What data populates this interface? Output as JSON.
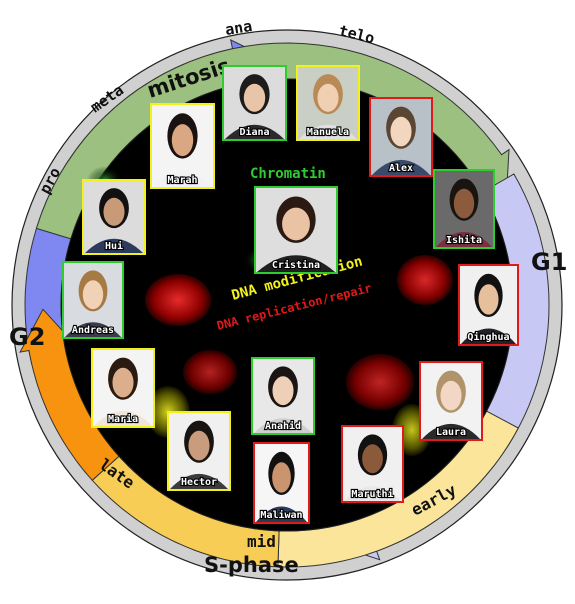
{
  "colors": {
    "mitosis": "#9cc07f",
    "g1": "#c8c8f5",
    "g2": "#7e88f0",
    "late": "#f7930e",
    "mid": "#f8cd55",
    "early": "#fae59a",
    "chromatin": "#2ecc2e",
    "dna_modification": "#f2f21a",
    "dna_replication": "#e01919"
  },
  "phases": {
    "mitosis": "mitosis",
    "g1": "G1",
    "g2": "G2",
    "s_phase": "S-phase",
    "late": "late",
    "mid": "mid",
    "early": "early",
    "pro": "pro",
    "meta": "meta",
    "ana": "ana",
    "telo": "telo"
  },
  "themes": {
    "chromatin": "Chromatin",
    "dna_modification": "DNA modification",
    "dna_replication": "DNA replication/repair"
  },
  "people": [
    {
      "name": "Diana",
      "theme": "chromatin"
    },
    {
      "name": "Manuela",
      "theme": "dna_modification"
    },
    {
      "name": "Marah",
      "theme": "dna_modification"
    },
    {
      "name": "Alex",
      "theme": "dna_replication"
    },
    {
      "name": "Hui",
      "theme": "dna_modification"
    },
    {
      "name": "Ishita",
      "theme": "chromatin"
    },
    {
      "name": "Cristina",
      "theme": "chromatin"
    },
    {
      "name": "Andreas",
      "theme": "chromatin"
    },
    {
      "name": "Qinghua",
      "theme": "dna_replication"
    },
    {
      "name": "Maria",
      "theme": "dna_modification"
    },
    {
      "name": "Anahid",
      "theme": "chromatin"
    },
    {
      "name": "Laura",
      "theme": "dna_replication"
    },
    {
      "name": "Hector",
      "theme": "dna_modification"
    },
    {
      "name": "Maruthi",
      "theme": "dna_replication"
    },
    {
      "name": "Maliwan",
      "theme": "dna_replication"
    }
  ]
}
